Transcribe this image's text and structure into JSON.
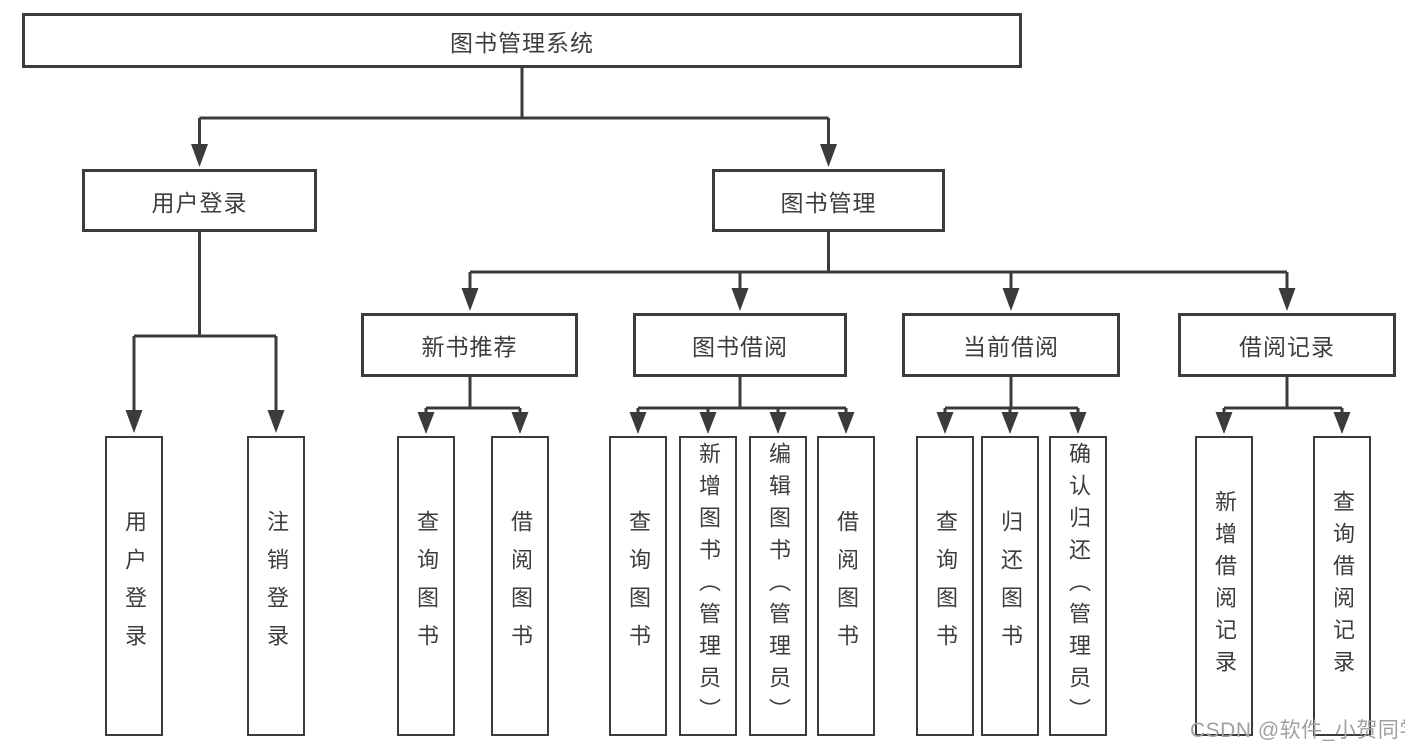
{
  "nodes": {
    "root": "图书管理系统",
    "level2": {
      "user_login": "用户登录",
      "book_management": "图书管理"
    },
    "level3": {
      "new_book_recommend": "新书推荐",
      "book_borrowing": "图书借阅",
      "current_borrowing": "当前借阅",
      "borrowing_records": "借阅记录"
    },
    "leaves": {
      "user_login": [
        "用户登录",
        "注销登录"
      ],
      "new_book_recommend": [
        "查询图书",
        "借阅图书"
      ],
      "book_borrowing": [
        "查询图书",
        "新增图书（管理员）",
        "编辑图书（管理员）",
        "借阅图书"
      ],
      "current_borrowing": [
        "查询图书",
        "归还图书",
        "确认归还（管理员）"
      ],
      "borrowing_records": [
        "新增借阅记录",
        "查询借阅记录"
      ]
    }
  },
  "watermark": "CSDN @软件_小贺同学",
  "colors": {
    "line": "#3b3b3b",
    "text": "#3d3d3d",
    "watermark": "#a0a0a0",
    "background": "#ffffff"
  }
}
